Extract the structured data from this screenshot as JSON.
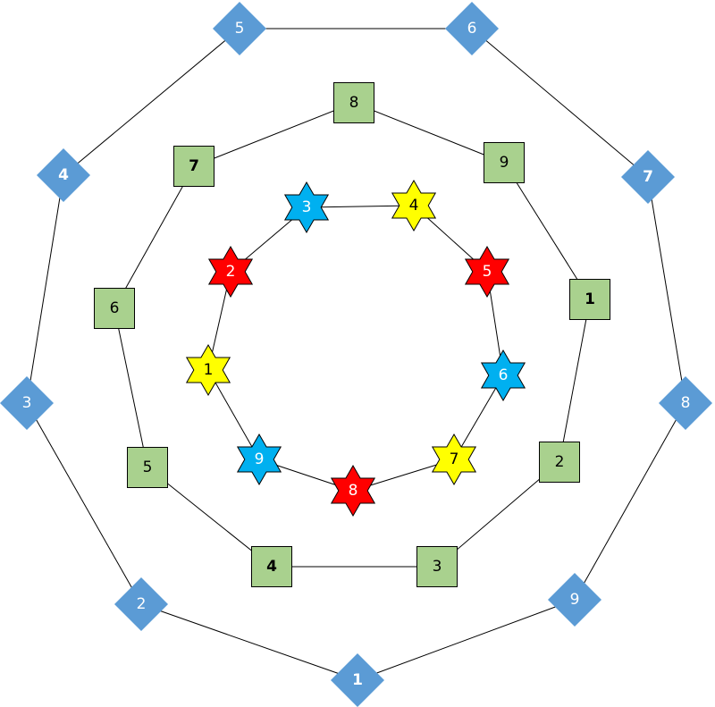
{
  "outer_ring": {
    "shape": "diamond",
    "fill": "#5b9bd5",
    "label_color": "#ffffff",
    "nodes": [
      {
        "label": "1",
        "bold": true
      },
      {
        "label": "2",
        "bold": false
      },
      {
        "label": "3",
        "bold": false
      },
      {
        "label": "4",
        "bold": true
      },
      {
        "label": "5",
        "bold": false
      },
      {
        "label": "6",
        "bold": false
      },
      {
        "label": "7",
        "bold": true
      },
      {
        "label": "8",
        "bold": false
      },
      {
        "label": "9",
        "bold": false
      }
    ]
  },
  "middle_ring": {
    "shape": "square",
    "fill": "#a9d18e",
    "stroke": "#000000",
    "label_color": "#000000",
    "nodes": [
      {
        "label": "1",
        "bold": true
      },
      {
        "label": "2",
        "bold": false
      },
      {
        "label": "3",
        "bold": false
      },
      {
        "label": "4",
        "bold": true
      },
      {
        "label": "5",
        "bold": false
      },
      {
        "label": "6",
        "bold": false
      },
      {
        "label": "7",
        "bold": true
      },
      {
        "label": "8",
        "bold": false
      },
      {
        "label": "9",
        "bold": false
      }
    ]
  },
  "inner_ring": {
    "shape": "hexagram",
    "stroke": "#000000",
    "nodes": [
      {
        "label": "1",
        "fill": "#ffff00",
        "label_color": "#000000"
      },
      {
        "label": "2",
        "fill": "#ff0000",
        "label_color": "#ffffff"
      },
      {
        "label": "3",
        "fill": "#00b0f0",
        "label_color": "#ffffff"
      },
      {
        "label": "4",
        "fill": "#ffff00",
        "label_color": "#000000"
      },
      {
        "label": "5",
        "fill": "#ff0000",
        "label_color": "#ffffff"
      },
      {
        "label": "6",
        "fill": "#00b0f0",
        "label_color": "#ffffff"
      },
      {
        "label": "7",
        "fill": "#ffff00",
        "label_color": "#000000"
      },
      {
        "label": "8",
        "fill": "#ff0000",
        "label_color": "#ffffff"
      },
      {
        "label": "9",
        "fill": "#00b0f0",
        "label_color": "#ffffff"
      }
    ]
  },
  "connector_color": "#000000"
}
